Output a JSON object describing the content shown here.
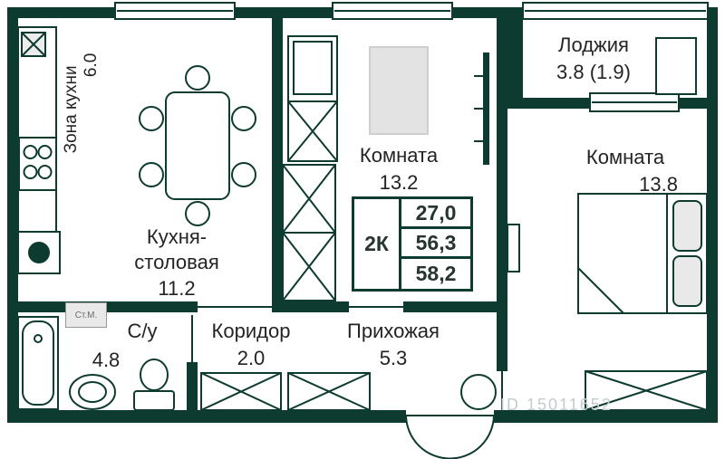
{
  "colors": {
    "wall": "#0d3b30",
    "label": "#242424",
    "light_gray": "#e3e3e3",
    "watermark": "#c4cbcd"
  },
  "rooms": {
    "kitchen_zone": {
      "name": "Зона кухни",
      "area": "6.0"
    },
    "kitchen_dining": {
      "name": "Кухня-столовая",
      "area": "11.2"
    },
    "room_13_2": {
      "name": "Комната",
      "area": "13.2"
    },
    "room_13_8": {
      "name": "Комната",
      "area": "13.8"
    },
    "loggia": {
      "name": "Лоджия",
      "area": "3.8 (1.9)"
    },
    "bathroom": {
      "name": "С/у",
      "area": "4.8"
    },
    "corridor": {
      "name": "Коридор",
      "area": "2.0"
    },
    "hallway": {
      "name": "Прихожая",
      "area": "5.3"
    }
  },
  "appliances": {
    "washer": "Ст.М."
  },
  "spec_table": {
    "type": "2К",
    "rows": [
      "27,0",
      "56,3",
      "58,2"
    ]
  },
  "watermark": "ID 15011652"
}
